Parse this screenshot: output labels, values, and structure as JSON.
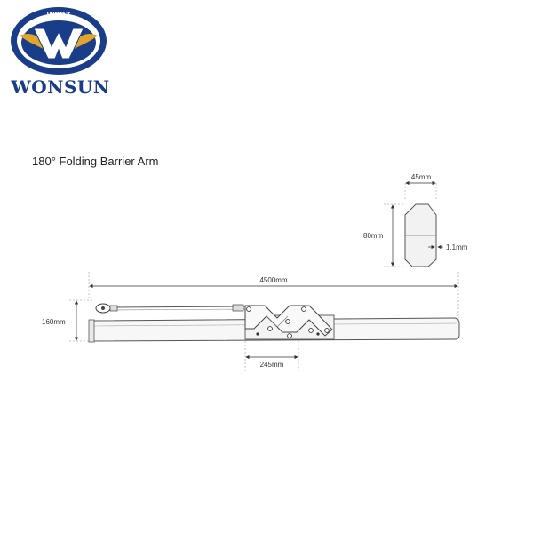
{
  "logo": {
    "badge_text": "WSDZ",
    "wordmark": "WONSUN"
  },
  "drawing": {
    "title": "180° Folding Barrier Arm",
    "dimensions": {
      "length": "4500mm",
      "height": "160mm",
      "joint_width": "245mm",
      "profile_width": "45mm",
      "profile_height": "80mm",
      "wall_thickness": "1.1mm"
    }
  }
}
